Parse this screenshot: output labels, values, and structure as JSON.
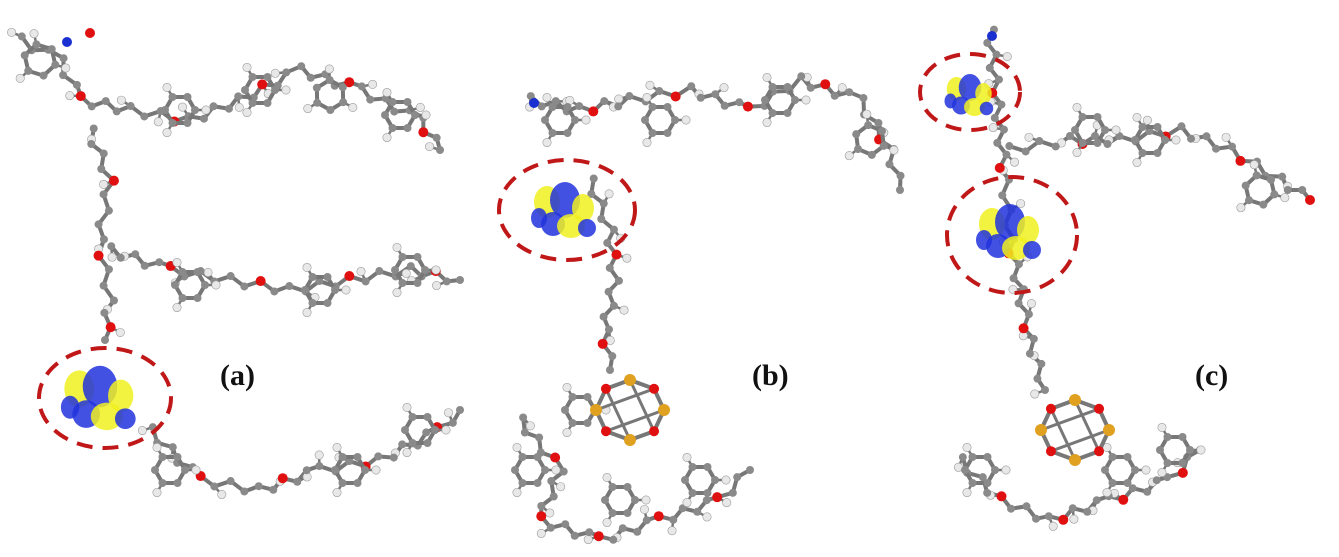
{
  "figure": {
    "panels": [
      {
        "id": "a",
        "label": "(a)"
      },
      {
        "id": "b",
        "label": "(b)"
      },
      {
        "id": "c",
        "label": "(c)"
      }
    ],
    "colors": {
      "highlight_ring": "#c01818",
      "orbital_positive": "#2233dd",
      "orbital_negative": "#f0f020",
      "carbon": "#8a8a8a",
      "hydrogen": "#e8e8e8",
      "oxygen": "#e01010",
      "nitrogen": "#1a30d0",
      "silicon": "#e0a020"
    },
    "highlight_count": [
      1,
      1,
      2
    ]
  }
}
